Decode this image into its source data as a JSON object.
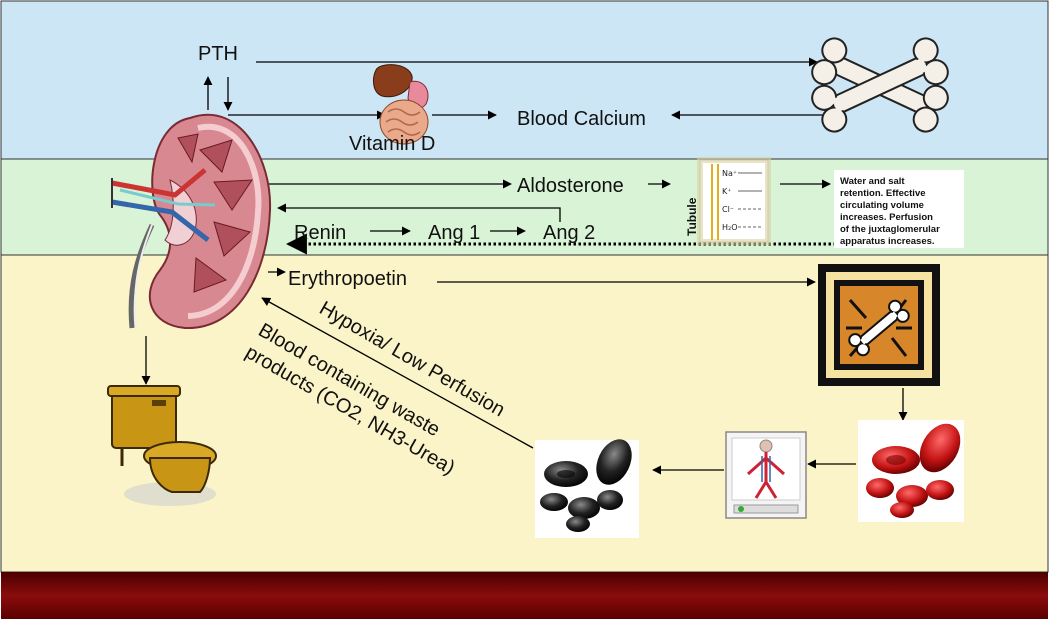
{
  "colors": {
    "band_top": "#cce6f5",
    "band_middle": "#d8f3d5",
    "band_bottom": "#fbf4c8",
    "footer": "#7a0a0a",
    "kidney": "#e79aa1",
    "bone": "#f4f0e8",
    "rbc_red": "#c41414",
    "rbc_black": "#1a1a1a",
    "toilet": "#c99514"
  },
  "labels": {
    "pth": "PTH",
    "vitamin_d": "Vitamin D",
    "blood_calcium": "Blood Calcium",
    "aldosterone": "Aldosterone",
    "renin": "Renin",
    "ang1": "Ang 1",
    "ang2": "Ang 2",
    "erythropoetin": "Erythropoetin",
    "tubule": "Tubule",
    "hypoxia": "Hypoxia/ Low Perfusion",
    "blood_waste_1": "Blood containing waste",
    "blood_waste_2": "products (CO2, NH3-Urea)"
  },
  "tubule_ions": [
    "Na⁺",
    "K⁺",
    "Cl⁻",
    "H₂O"
  ],
  "retention_note": [
    "Water and salt",
    "retention. Effective",
    "circulating volume",
    "increases. Perfusion",
    "of the juxtaglomerular",
    "apparatus increases."
  ],
  "icons": {
    "kidney": "kidney-icon",
    "digestive": "digestive-system-icon",
    "bone": "bone-icon",
    "marrow": "bone-marrow-icon",
    "red_cells": "red-blood-cells-icon",
    "body": "circulatory-body-icon",
    "dark_cells": "deoxygenated-blood-cells-icon",
    "toilet": "toilet-icon"
  }
}
